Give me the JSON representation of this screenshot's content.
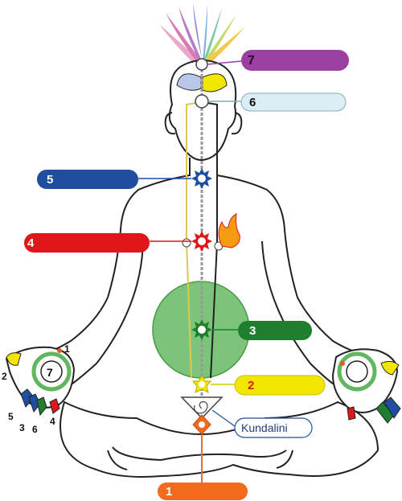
{
  "labels": {
    "c7": "7",
    "c6": "6",
    "c5": "5",
    "c4": "4",
    "c3": "3",
    "c2": "2",
    "c1": "1",
    "kundalini": "Kundalini"
  },
  "hand_left": {
    "center": "7",
    "fingers": [
      "1",
      "2",
      "5",
      "3",
      "6",
      "4"
    ]
  },
  "colors": {
    "c7": "#9b3fa0",
    "c6": "#dbeef4",
    "c5": "#1f4ea0",
    "c4": "#e0161b",
    "c3": "#1f7f2e",
    "c2": "#f2e600",
    "c1": "#f26a1b",
    "heart_field": "#7cc47a",
    "flame": "#f39c12"
  }
}
